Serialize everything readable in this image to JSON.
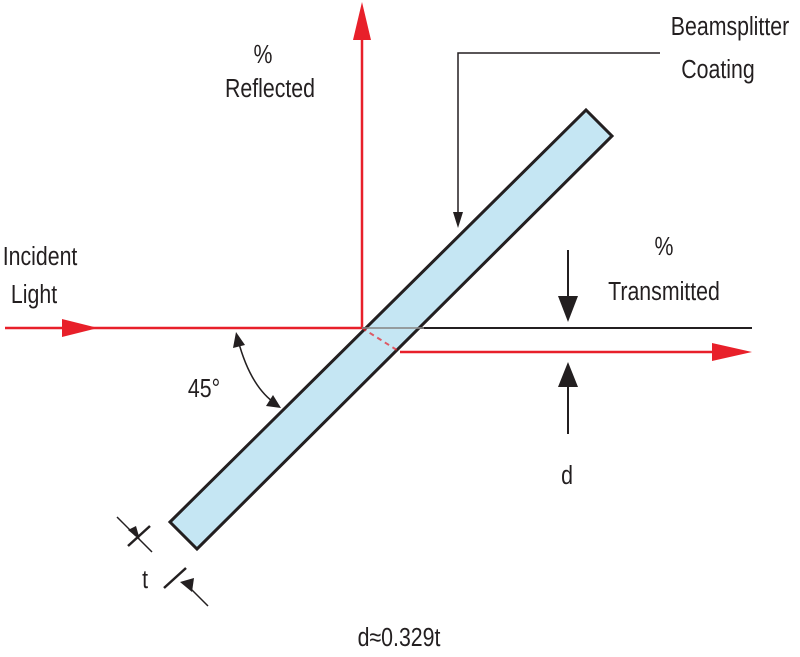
{
  "labels": {
    "reflected_pct": "%",
    "reflected": "Reflected",
    "coating_line1": "Beamsplitter",
    "coating_line2": "Coating",
    "incident_line1": "Incident",
    "incident_line2": "Light",
    "transmitted_pct": "%",
    "transmitted": "Transmitted",
    "angle": "45°",
    "offset": "d",
    "thickness": "t",
    "formula": "d≈0.329t"
  },
  "colors": {
    "beam": "#e8202a",
    "glass_fill": "#c5e6f3",
    "outline": "#231f20"
  }
}
